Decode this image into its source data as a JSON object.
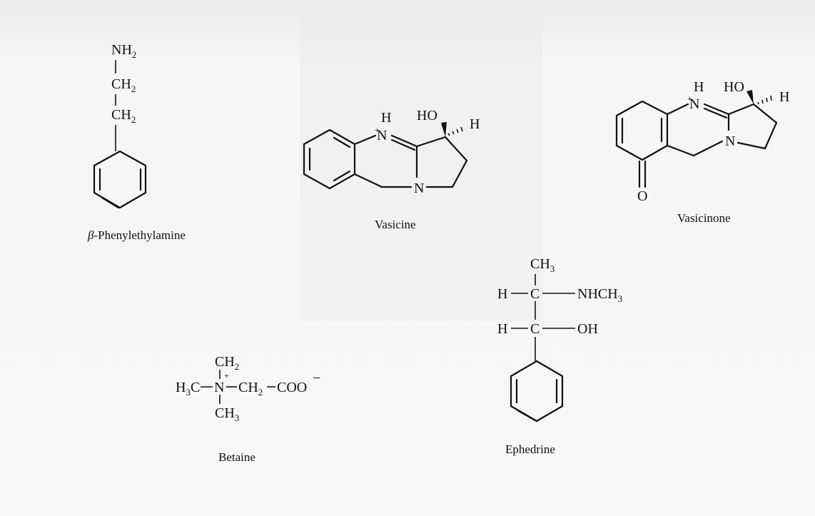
{
  "compounds": {
    "phenylethylamine": {
      "name": "β-Phenylethylamine",
      "greek": "β",
      "rest": "-Phenylethylamine"
    },
    "vasicine": {
      "name": "Vasicine"
    },
    "vasicinone": {
      "name": "Vasicinone"
    },
    "betaine": {
      "name": "Betaine"
    },
    "ephedrine": {
      "name": "Ephedrine"
    }
  }
}
